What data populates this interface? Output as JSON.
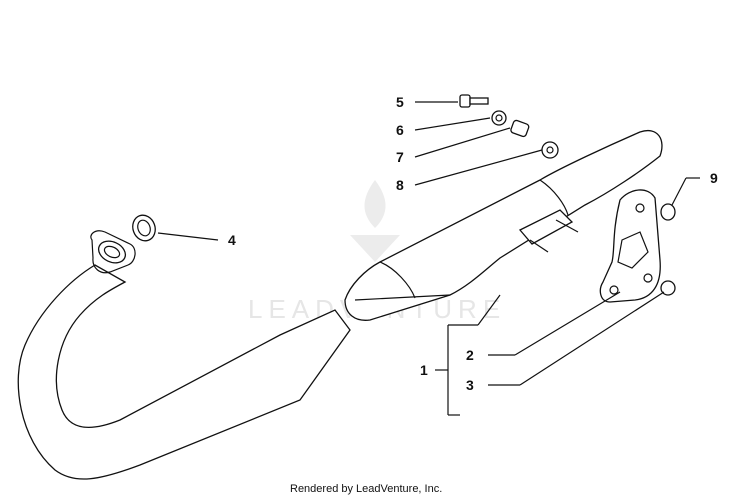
{
  "watermark": {
    "brand_text": "LEADVENTURE"
  },
  "callouts": [
    {
      "number": "1"
    },
    {
      "number": "2"
    },
    {
      "number": "3"
    },
    {
      "number": "4"
    },
    {
      "number": "5"
    },
    {
      "number": "6"
    },
    {
      "number": "7"
    },
    {
      "number": "8"
    },
    {
      "number": "9"
    }
  ],
  "footer": {
    "credit": "Rendered by LeadVenture, Inc."
  },
  "colors": {
    "line": "#111111",
    "background": "#ffffff",
    "watermark": "#e6e6e6"
  }
}
